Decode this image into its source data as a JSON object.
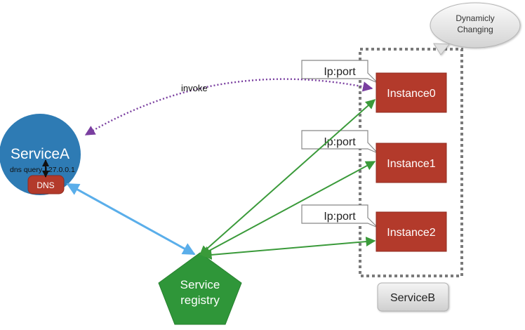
{
  "service_a": {
    "name": "ServiceA",
    "dns_label": "DNS",
    "dns_query": "dns query 127.0.0.1"
  },
  "edge_invoke": {
    "label": "invoke"
  },
  "registry": {
    "line1": "Service",
    "line2": "registry"
  },
  "service_b": {
    "label": "ServiceB",
    "callout_line1": "Dynamicly",
    "callout_line2": "Changing",
    "instances": [
      {
        "name": "Instance0",
        "addr": "Ip:port"
      },
      {
        "name": "Instance1",
        "addr": "Ip:port"
      },
      {
        "name": "Instance2",
        "addr": "Ip:port"
      }
    ]
  },
  "colors": {
    "service_a": "#2e7bb4",
    "dns": "#b33a2b",
    "instance": "#b33a2b",
    "registry": "#2f9639",
    "green_link": "#3a9a3a",
    "blue_link": "#5aaeea",
    "invoke_link": "#7a3fa0"
  }
}
